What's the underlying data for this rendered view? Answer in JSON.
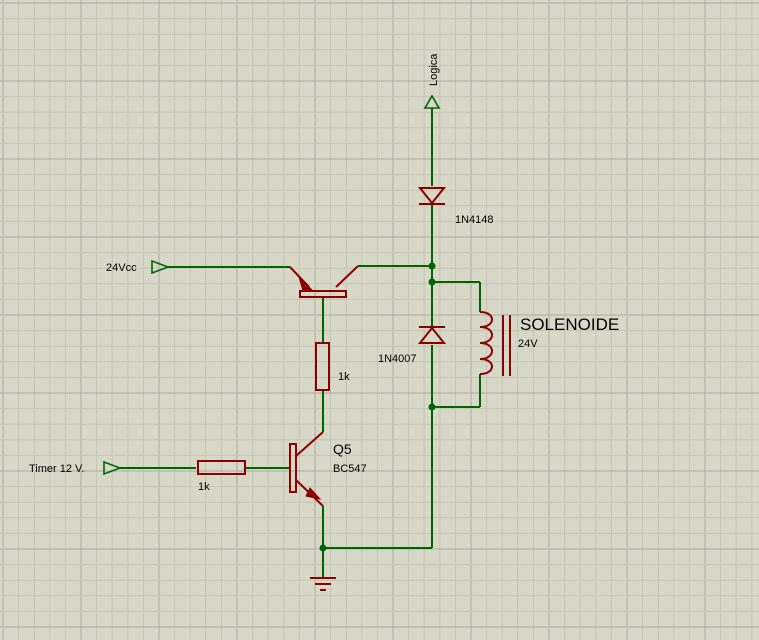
{
  "colors": {
    "background": "#d8d8c8",
    "grid_minor": "#c4c4b4",
    "grid_major": "#ababa0",
    "wire": "#006400",
    "component": "#8b0000",
    "terminal": "#006400",
    "junction": "#006400"
  },
  "labels": {
    "logic_terminal": "Logica",
    "supply_terminal": "24Vcc",
    "timer_terminal": "Timer 12 V.",
    "diode_top": "1N4148",
    "diode_flyback": "1N4007",
    "solenoid_name": "SOLENOIDE",
    "solenoid_value": "24V",
    "resistor_upper": "1k",
    "resistor_base": "1k",
    "transistor_ref": "Q5",
    "transistor_model": "BC547"
  }
}
